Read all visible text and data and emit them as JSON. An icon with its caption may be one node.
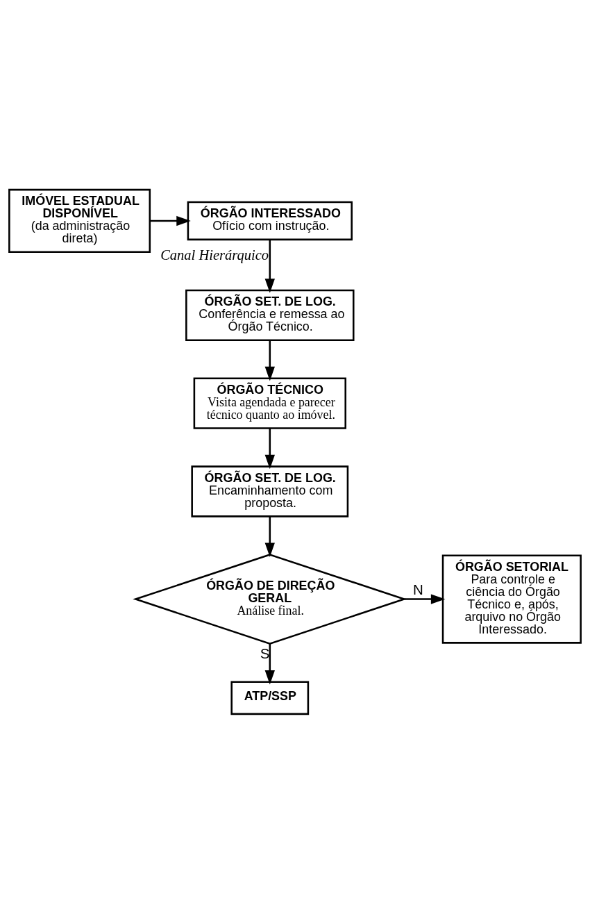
{
  "diagram": {
    "nodes": [
      {
        "text": [
          "IMÓVEL ESTADUAL DISPONÍVEL",
          "(da administração direta)"
        ]
      },
      {
        "text": [
          "ÓRGÃO INTERESSADO",
          "Ofício com instrução."
        ]
      },
      {
        "text": [
          "ÓRGÃO SET. DE LOG.",
          "Conferência e remessa ao Órgão Técnico."
        ]
      },
      {
        "text": [
          "ÓRGÃO TÉCNICO",
          "Visita agendada e parecer técnico quanto ao imóvel."
        ]
      },
      {
        "text": [
          "ÓRGÃO SET. DE LOG.",
          "Encaminhamento com proposta."
        ]
      },
      {
        "text": [
          "ÓRGÃO DE DIREÇÃO GERAL",
          "Análise final."
        ]
      },
      {
        "text": [
          "ÓRGÃO SETORIAL",
          "Para controle e ciência do Órgão Técnico e, após, arquivo no Órgão Interessado."
        ]
      },
      {
        "text": [
          "ATP/SSP"
        ]
      }
    ],
    "edges": [
      {
        "from": 0,
        "to": 1,
        "arrow": "to"
      },
      {
        "from": 1,
        "to": 2,
        "arrow": "to",
        "label": "Canal Hierárquico"
      },
      {
        "from": 2,
        "to": 3,
        "arrow": "to"
      },
      {
        "from": 3,
        "to": 4,
        "arrow": "to"
      },
      {
        "from": 4,
        "to": 5,
        "arrow": "to"
      },
      {
        "from": 5,
        "to": 6,
        "arrow": "to",
        "label": "N"
      },
      {
        "from": 5,
        "to": 7,
        "arrow": "to",
        "label": "S"
      }
    ]
  }
}
